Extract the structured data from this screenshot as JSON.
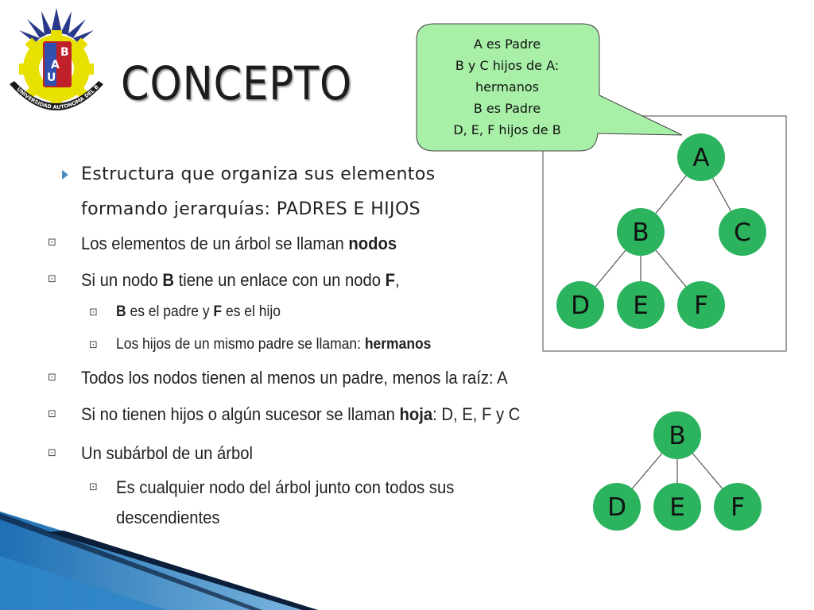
{
  "slide": {
    "title": "CONCEPTO",
    "logo": {
      "letters": [
        "B",
        "A",
        "U"
      ],
      "ring_text": "UNIVERSIDAD AUTONOMA DEL BENI \"JOSE BALLIVIAN\""
    },
    "bullets": [
      {
        "id": "b1",
        "level": 0,
        "parts": [
          {
            "t": "Estructura que organiza sus elementos"
          }
        ],
        "line2": "formando jerarquías: PADRES E HIJOS"
      },
      {
        "id": "b2",
        "level": 1,
        "parts": [
          {
            "t": "Los elementos de un árbol se llaman "
          },
          {
            "t": "nodos",
            "b": true
          }
        ]
      },
      {
        "id": "b3",
        "level": 1,
        "parts": [
          {
            "t": "Si un nodo "
          },
          {
            "t": "B",
            "b": true
          },
          {
            "t": " tiene un enlace con un nodo "
          },
          {
            "t": "F",
            "b": true
          },
          {
            "t": ","
          }
        ]
      },
      {
        "id": "b4",
        "level": 2,
        "parts": [
          {
            "t": "B",
            "b": true
          },
          {
            "t": " es el padre y "
          },
          {
            "t": "F",
            "b": true
          },
          {
            "t": " es el hijo"
          }
        ]
      },
      {
        "id": "b5",
        "level": 2,
        "parts": [
          {
            "t": "Los hijos de un mismo padre se llaman: "
          },
          {
            "t": "hermanos",
            "b": true
          }
        ]
      },
      {
        "id": "b6",
        "level": 1,
        "parts": [
          {
            "t": "Todos los nodos tienen al menos un padre, menos la raíz: A"
          }
        ]
      },
      {
        "id": "b7",
        "level": 1,
        "parts": [
          {
            "t": "Si no tienen hijos o algún sucesor se llaman "
          },
          {
            "t": "hoja",
            "b": true
          },
          {
            "t": ": D, E, F y C"
          }
        ]
      },
      {
        "id": "b8",
        "level": 1,
        "parts": [
          {
            "t": "Un subárbol de un árbol"
          }
        ]
      },
      {
        "id": "b9",
        "level": 2,
        "parts": [
          {
            "t": "Es cualquier nodo del árbol junto con todos sus"
          }
        ],
        "line2": "descendientes"
      }
    ],
    "callout": {
      "lines": [
        "A es Padre",
        "B y C hijos de A:",
        "hermanos",
        "B es Padre",
        "D, E, F hijos de B"
      ]
    },
    "tree": {
      "nodes": [
        {
          "id": "A",
          "label": "A"
        },
        {
          "id": "B",
          "label": "B"
        },
        {
          "id": "C",
          "label": "C"
        },
        {
          "id": "D",
          "label": "D"
        },
        {
          "id": "E",
          "label": "E"
        },
        {
          "id": "F",
          "label": "F"
        }
      ],
      "edges": [
        [
          "A",
          "B"
        ],
        [
          "A",
          "C"
        ],
        [
          "B",
          "D"
        ],
        [
          "B",
          "E"
        ],
        [
          "B",
          "F"
        ]
      ]
    },
    "subtree": {
      "nodes": [
        {
          "id": "B",
          "label": "B"
        },
        {
          "id": "D",
          "label": "D"
        },
        {
          "id": "E",
          "label": "E"
        },
        {
          "id": "F",
          "label": "F"
        }
      ],
      "edges": [
        [
          "B",
          "D"
        ],
        [
          "B",
          "E"
        ],
        [
          "B",
          "F"
        ]
      ]
    },
    "colors": {
      "node_fill": "#2bb35e",
      "node_text": "#111111",
      "callout_fill": "#a8f0a8",
      "stripe_dark": "#0b1f3a",
      "stripe_blue": "#2c7fc0"
    },
    "icons": {
      "level0_bullet": "triangle-right-icon",
      "sub_bullet": "box-bullet-icon"
    }
  }
}
